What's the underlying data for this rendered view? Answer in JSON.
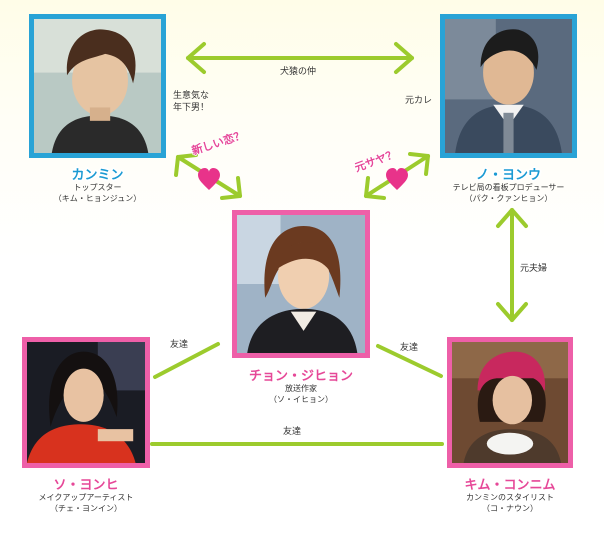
{
  "characters": {
    "kang_min": {
      "name": "カンミン",
      "role": "トップスター",
      "actor": "（キム・ヒョンジュン）"
    },
    "no_yong_u": {
      "name": "ノ・ヨンウ",
      "role": "テレビ局の看板プロデューサー",
      "actor": "（パク・クァンヒョン）"
    },
    "jung_ji_hyon": {
      "name": "チョン・ジヒョン",
      "role": "放送作家",
      "actor": "（ソ・イヒョン）"
    },
    "so_yong_hi": {
      "name": "ソ・ヨンヒ",
      "role": "メイクアップアーティスト",
      "actor": "（チェ・ヨンイン）"
    },
    "kim_kon_nim": {
      "name": "キム・コンニム",
      "role": "カンミンのスタイリスト",
      "actor": "（コ・ナウン）"
    }
  },
  "relations": {
    "rivals": "犬猿の仲",
    "younger_man": [
      "生意気な",
      "年下男！"
    ],
    "ex_boyfriend": "元カレ",
    "new_love": "新しい恋？",
    "back_together": "元サヤ？",
    "ex_spouses": "元夫婦",
    "friends_left": "友達",
    "friends_right": "友達",
    "friends_bottom": "友達"
  },
  "colors": {
    "arrow": "#9ccb2d",
    "male_frame": "#29a3d6",
    "female_frame": "#ee5fa8",
    "heart": "#e8338a"
  }
}
